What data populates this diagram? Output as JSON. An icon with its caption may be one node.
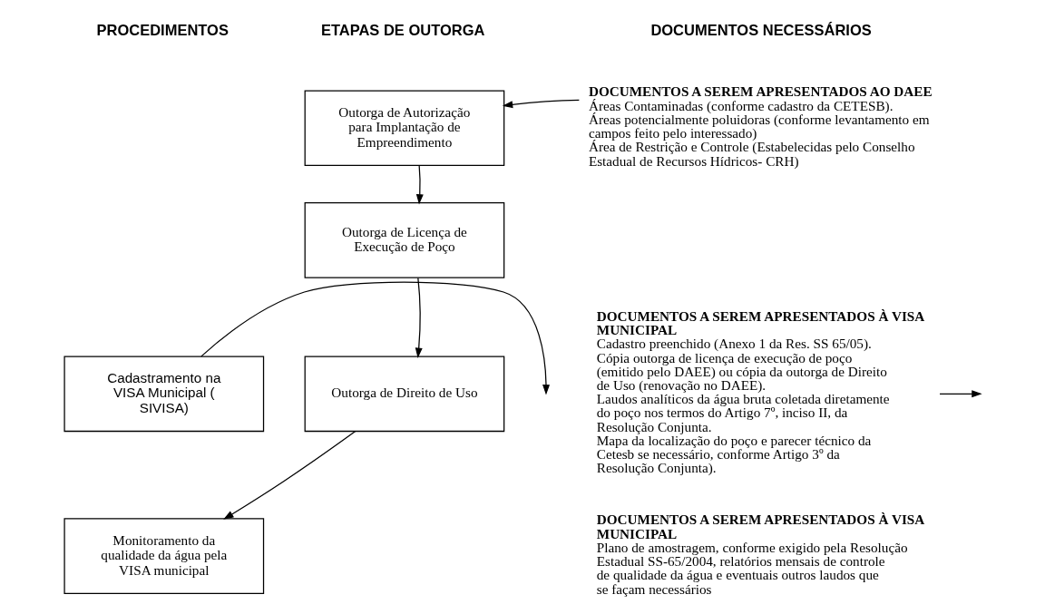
{
  "diagram": {
    "nodes": [
      {
        "text": [
          "Outorga de Autorização para Implantação de Empreendimento"
        ]
      },
      {
        "text": [
          "Outorga de Licença de Execução de Poço"
        ]
      },
      {
        "text": [
          "Cadastramento na VISA Municipal ( SIVISA)"
        ]
      },
      {
        "text": [
          "Outorga de Direito de Uso"
        ]
      },
      {
        "text": [
          "Monitoramento da qualidade da água pela VISA municipal"
        ]
      },
      {
        "text": [
          "DOCUMENTOS A SEREM APRESENTADOS AO DAEE",
          "Áreas Contaminadas (conforme cadastro da CETESB).",
          "Áreas potencialmente poluidoras (conforme levantamento em campos feito pelo interessado)",
          "Área de Restrição e Controle (Estabelecidas pelo Conselho Estadual de Recursos Hídricos- CRH)"
        ]
      },
      {
        "text": [
          "DOCUMENTOS A SEREM APRESENTADOS À VISA MUNICIPAL",
          "Cadastro preenchido (Anexo 1 da Res. SS 65/05).",
          "Cópia outorga de licença de execução de poço (emitido pelo DAEE) ou cópia da outorga de Direito de Uso (renovação no DAEE).",
          "Laudos analíticos da água bruta coletada diretamente do poço nos termos do Artigo 7º, inciso II, da Resolução Conjunta.",
          "Mapa da localização do poço e parecer técnico da Cetesb se necessário, conforme Artigo 3º da Resolução Conjunta)."
        ]
      },
      {
        "text": [
          "DOCUMENTOS A SEREM APRESENTADOS À VISA MUNICIPAL",
          "Plano de amostragem, conforme exigido pela Resolução Estadual SS-65/2004, relatórios mensais de controle de qualidade da água e eventuais outros laudos que se façam necessários"
        ]
      }
    ],
    "edges": [
      {
        "from": 5,
        "to": 0,
        "arrow": "to"
      },
      {
        "from": 0,
        "to": 1,
        "arrow": "to"
      },
      {
        "from": 1,
        "to": 3,
        "arrow": "to"
      },
      {
        "from": 2,
        "to": null,
        "arrow": "to"
      },
      {
        "from": 3,
        "to": 4,
        "arrow": "to"
      },
      {
        "from": 6,
        "to": null,
        "arrow": "to"
      }
    ],
    "labels": [
      "ETAPAS DE OUTORGA",
      "PROCEDIMENTOS",
      "DOCUMENTOS NECESSÁRIOS"
    ]
  }
}
